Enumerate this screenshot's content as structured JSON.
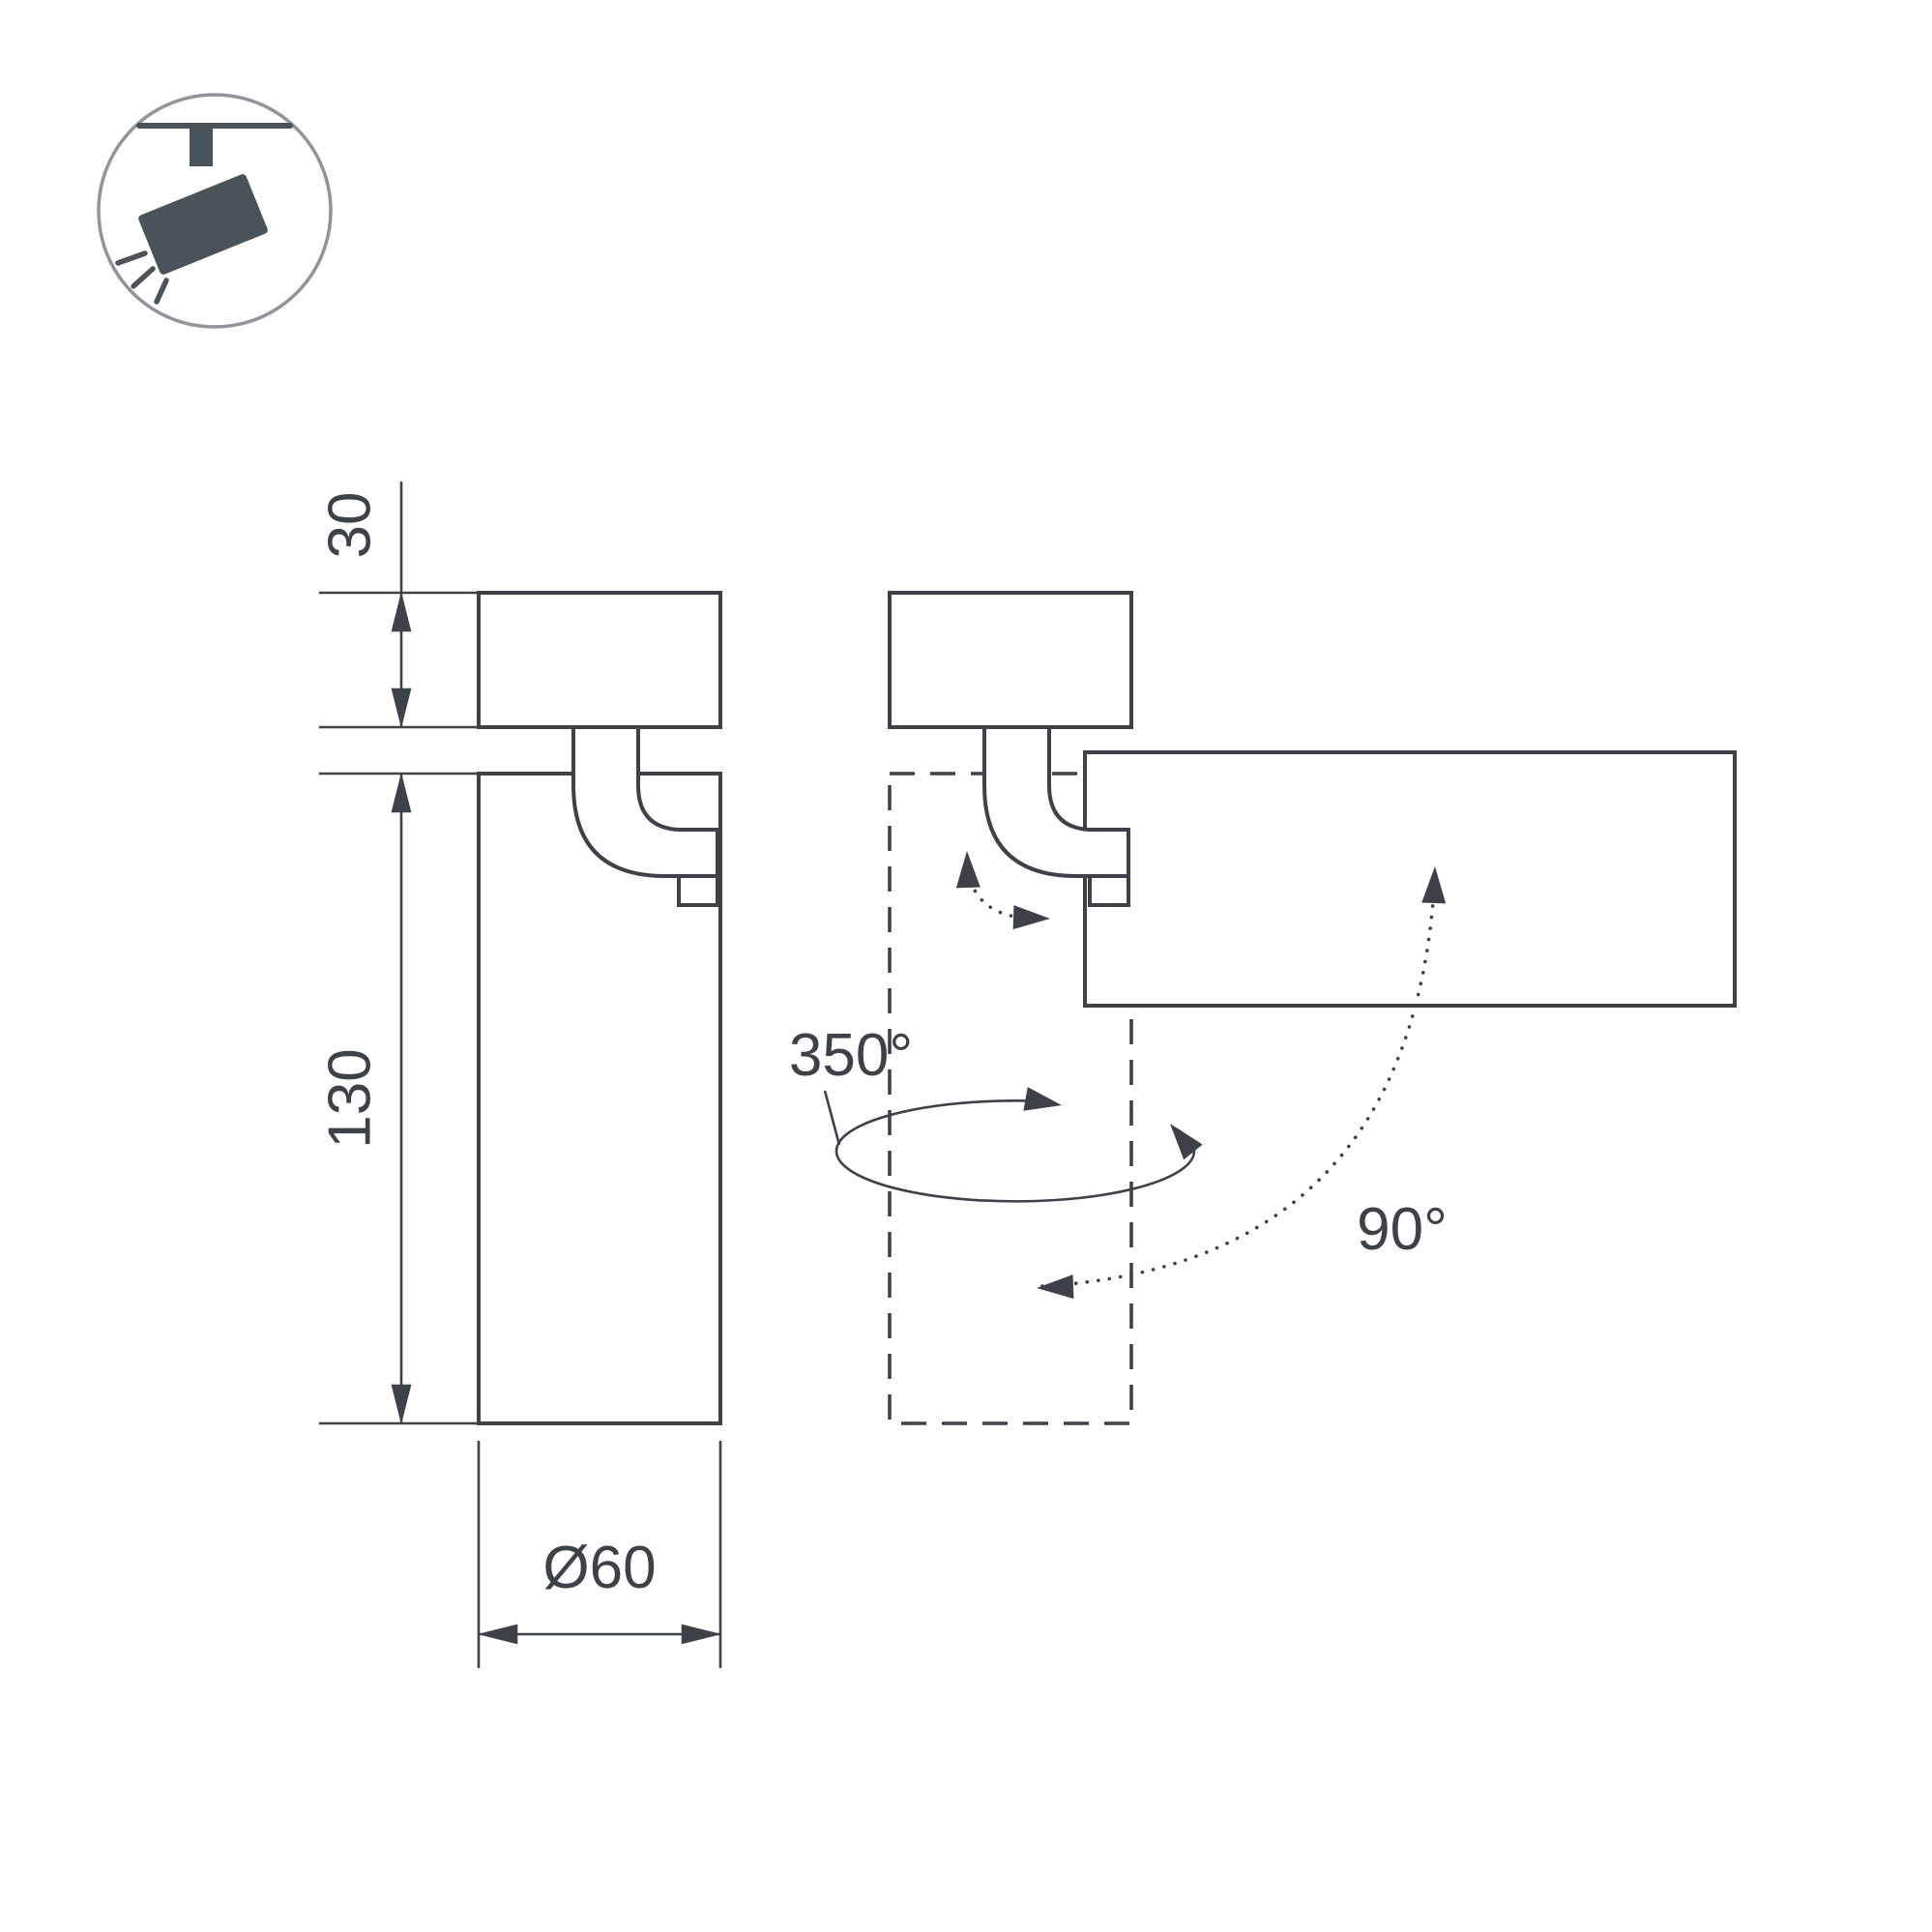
{
  "labels": {
    "base_height": "30",
    "body_length": "130",
    "diameter": "Ø60",
    "pan_rotation": "350°",
    "tilt_rotation": "90°"
  },
  "icon": {
    "name": "track-spotlight-icon"
  },
  "colors": {
    "line": "#3c4248",
    "dim": "#3c4248",
    "iconFill": "#4a525a",
    "iconRing": "#8f959b",
    "bg": "#ffffff"
  }
}
